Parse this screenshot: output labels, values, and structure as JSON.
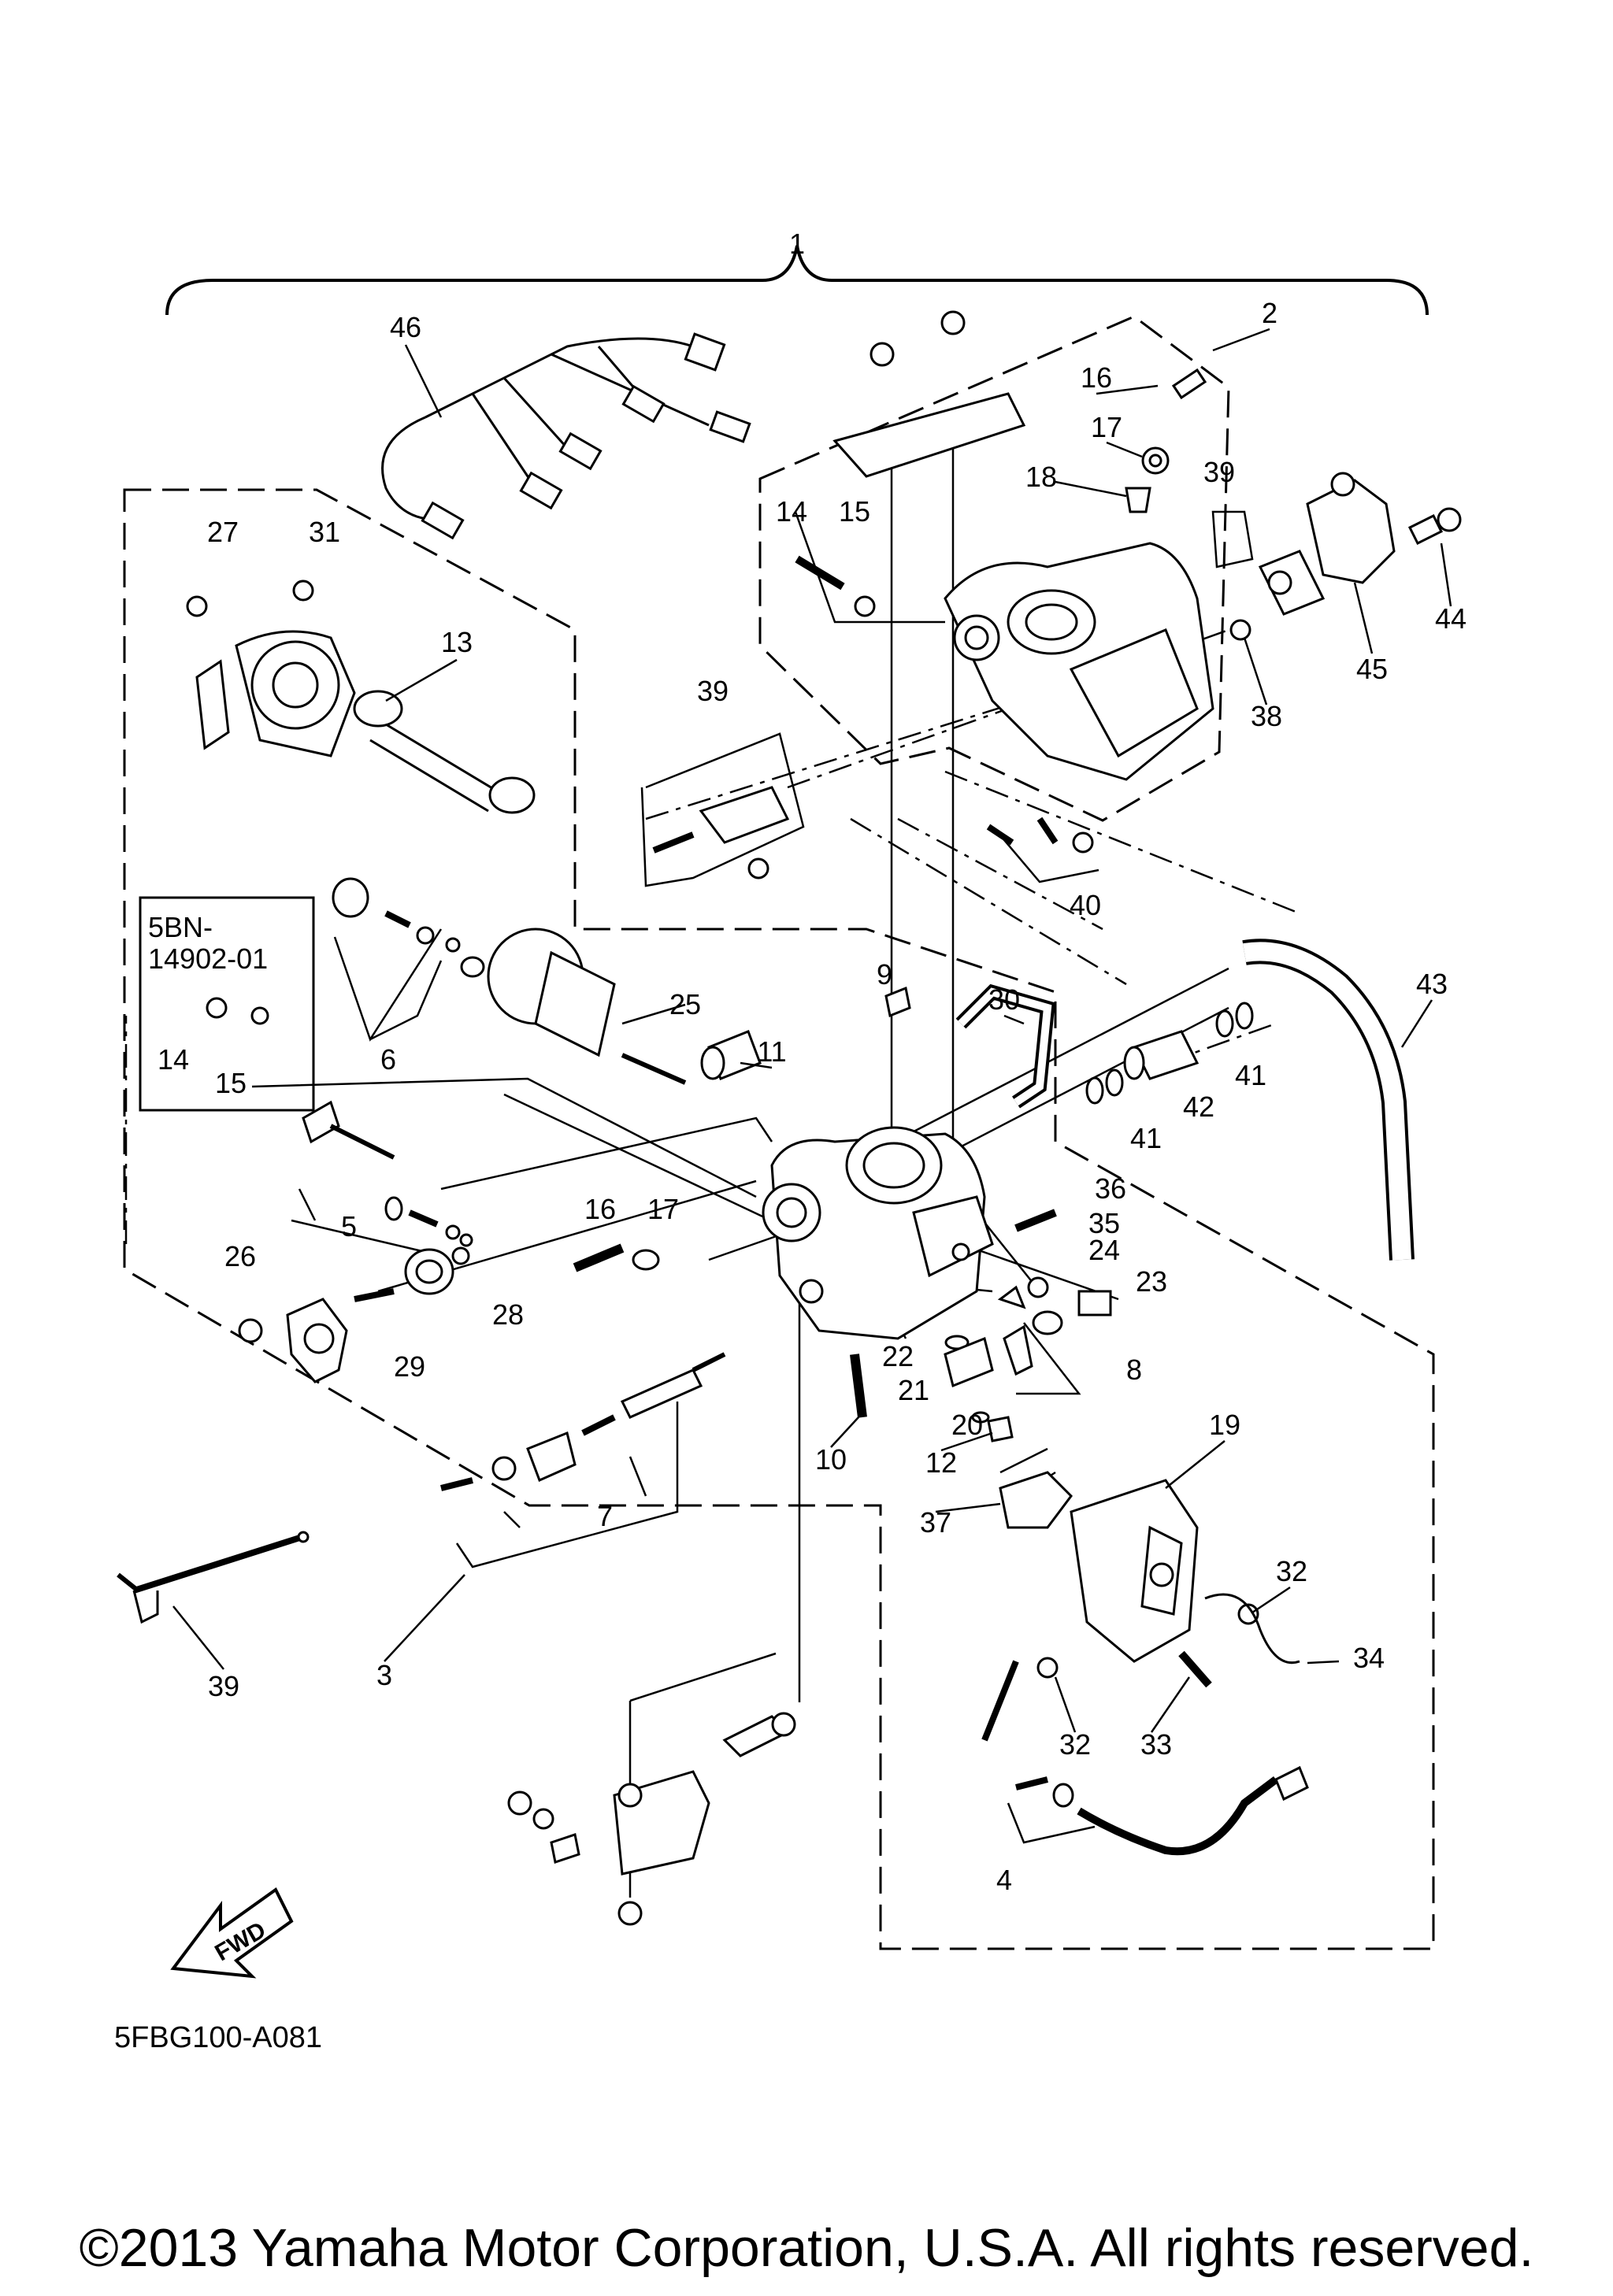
{
  "diagram": {
    "part_labels": [
      "1",
      "2",
      "3",
      "4",
      "5",
      "6",
      "7",
      "8",
      "9",
      "10",
      "11",
      "12",
      "13",
      "14",
      "15",
      "16",
      "17",
      "18",
      "19",
      "20",
      "21",
      "22",
      "23",
      "24",
      "25",
      "26",
      "27",
      "28",
      "29",
      "30",
      "31",
      "32",
      "33",
      "34",
      "35",
      "36",
      "37",
      "38",
      "39",
      "40",
      "41",
      "42",
      "43",
      "44",
      "45",
      "46"
    ],
    "extra_labels": [
      "14",
      "15",
      "16",
      "17",
      "39",
      "41",
      "32"
    ],
    "inset_label_line1": "5BN-",
    "inset_label_line2": "14902-01",
    "fwd_label": "FWD",
    "drawing_code": "5FBG100-A081"
  },
  "footer": {
    "copyright": "©2013 Yamaha Motor Corporation, U.S.A. All rights reserved."
  }
}
